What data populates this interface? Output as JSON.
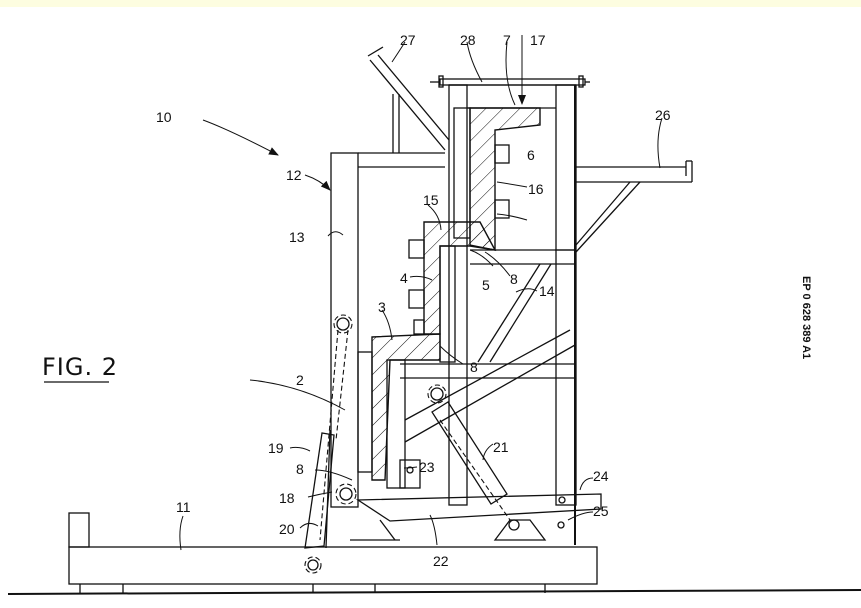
{
  "figure": {
    "title": "FIG. 2",
    "publication_number": "EP 0 628 389 A1"
  },
  "reference_numerals": {
    "n2": "2",
    "n3": "3",
    "n4": "4",
    "n5": "5",
    "n6": "6",
    "n7": "7",
    "n8a": "8",
    "n8b": "8",
    "n8c": "8",
    "n10": "10",
    "n11": "11",
    "n12": "12",
    "n13": "13",
    "n14": "14",
    "n15": "15",
    "n16": "16",
    "n17": "17",
    "n18": "18",
    "n19": "19",
    "n20": "20",
    "n21": "21",
    "n22": "22",
    "n23": "23",
    "n24": "24",
    "n25": "25",
    "n26": "26",
    "n27": "27",
    "n28": "28"
  },
  "colors": {
    "background": "#ffffff",
    "ink": "#111111",
    "top_strip": "#fdfde0"
  }
}
